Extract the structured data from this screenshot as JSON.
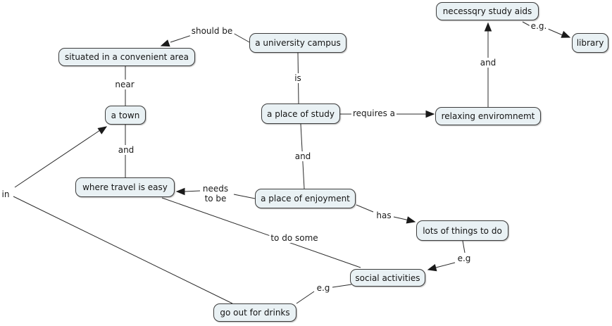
{
  "colors": {
    "background": "#ffffff",
    "node_fill": "#e9f1f4",
    "node_border": "#3c3c3c",
    "connector": "#2b2b2b",
    "text": "#1a1a1a"
  },
  "nodes": {
    "university_campus": "a university campus",
    "situated": "situated in a convenient area",
    "town": "a town",
    "place_of_study": "a place of study",
    "relaxing_environment": "relaxing enviromnemt",
    "study_aids": "necessqry study aids",
    "library": "library",
    "travel_easy": "where travel is easy",
    "place_of_enjoyment": "a place of enjoyment",
    "lots_to_do": "lots of things to do",
    "social_activities": "social activities",
    "drinks": "go out for drinks"
  },
  "labels": {
    "should_be": "should be",
    "is": "is",
    "near": "near",
    "and_left": "and",
    "and_center": "and",
    "requires_a": "requires a",
    "and_right": "and",
    "eg_top": "e.g.",
    "needs": "needs",
    "to_be": "to be",
    "in": "in",
    "to_do_some": "to do some",
    "has": "has",
    "eg_mid": "e.g",
    "eg_bottom": "e.g"
  },
  "propositions": [
    {
      "from": "a university campus",
      "link": "should be",
      "to": "situated in a convenient area"
    },
    {
      "from": "a university campus",
      "link": "is",
      "to": "a place of study"
    },
    {
      "from": "situated in a convenient area",
      "link": "near",
      "to": "a town"
    },
    {
      "from": "a town",
      "link": "and",
      "to": "where travel is easy"
    },
    {
      "from": "a place of study",
      "link": "and",
      "to": "a place of enjoyment"
    },
    {
      "from": "a place of study",
      "link": "requires a",
      "to": "relaxing enviromnemt"
    },
    {
      "from": "relaxing enviromnemt",
      "link": "and",
      "to": "necessqry study aids"
    },
    {
      "from": "necessqry study aids",
      "link": "e.g.",
      "to": "library"
    },
    {
      "from": "a place of enjoyment",
      "link": "needs to be",
      "to": "where travel is easy"
    },
    {
      "from": "a place of enjoyment",
      "link": "has",
      "to": "lots of things to do"
    },
    {
      "from": "lots of things to do",
      "link": "e.g",
      "to": "social activities"
    },
    {
      "from": "social activities",
      "link": "e.g",
      "to": "go out for drinks"
    },
    {
      "from": "social activities",
      "link": "to do some",
      "to": "where travel is easy"
    },
    {
      "from": "go out for drinks",
      "link": "in",
      "to": "a town"
    }
  ]
}
